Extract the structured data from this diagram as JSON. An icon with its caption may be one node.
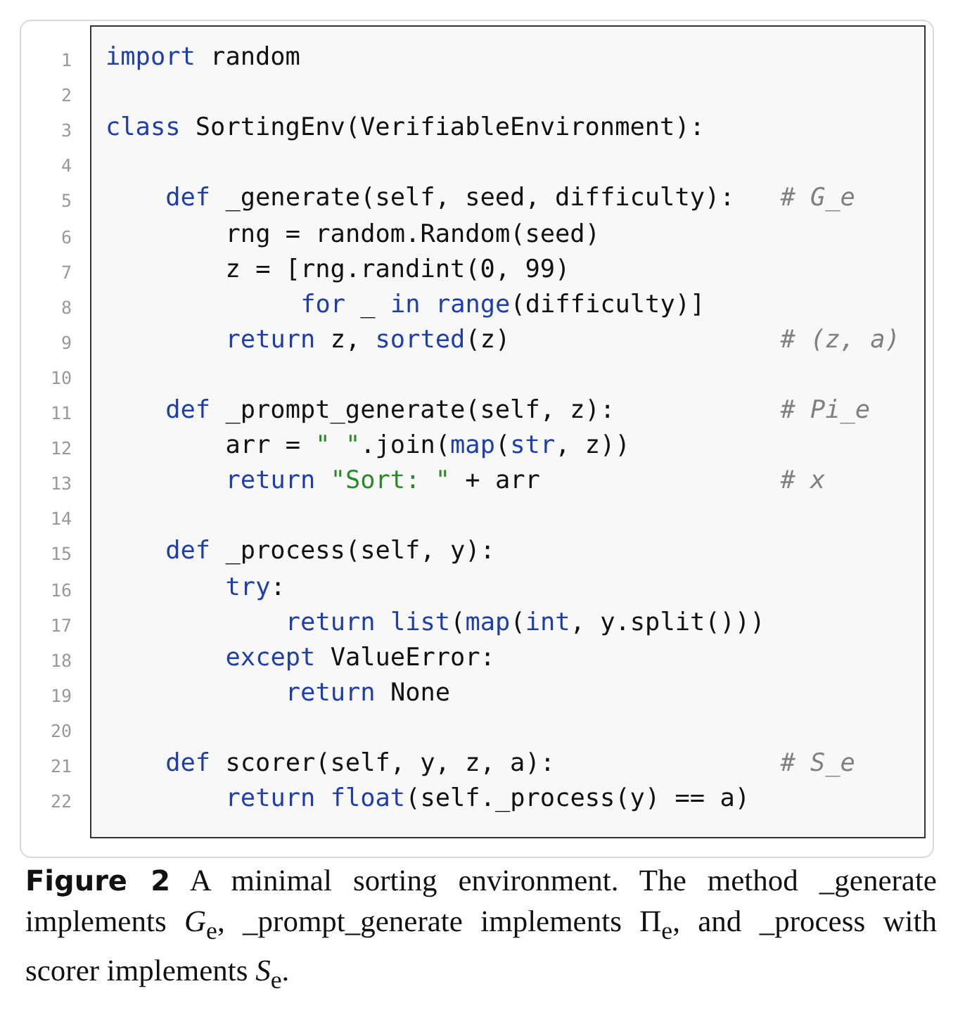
{
  "diagram": {
    "caption": "**Figure 2** A minimal sorting environment. The method _generate implements *G*$_{e}$, _prompt_generate implements Π$_{e}$, and _process with scorer implements *S*$_{e}$.",
    "nodes": [
      {
        "text": [
          "import random",
          "class SortingEnv(VerifiableEnvironment):",
          "def _generate(self, seed, difficulty):",
          "# G_e",
          "rng = random.Random(seed)",
          "z = [rng.randint(0, 99)",
          "for _ in range(difficulty)]",
          "return z, sorted(z)",
          "# (z, a)",
          "def _prompt_generate(self, z):",
          "# Pi_e",
          "arr = \" \".join(map(str, z))",
          "return \"Sort: \" + arr",
          "# x",
          "def _process(self, y):",
          "try:",
          "return list(map(int, y.split()))",
          "except ValueError:",
          "return None",
          "def scorer(self, y, z, a):",
          "# S_e",
          "return float(self._process(y) == a)"
        ]
      }
    ],
    "labels": [
      "1",
      "2",
      "3",
      "4",
      "5",
      "6",
      "7",
      "8",
      "9",
      "10",
      "11",
      "12",
      "13",
      "14",
      "15",
      "16",
      "17",
      "18",
      "19",
      "20",
      "21",
      "22"
    ]
  }
}
